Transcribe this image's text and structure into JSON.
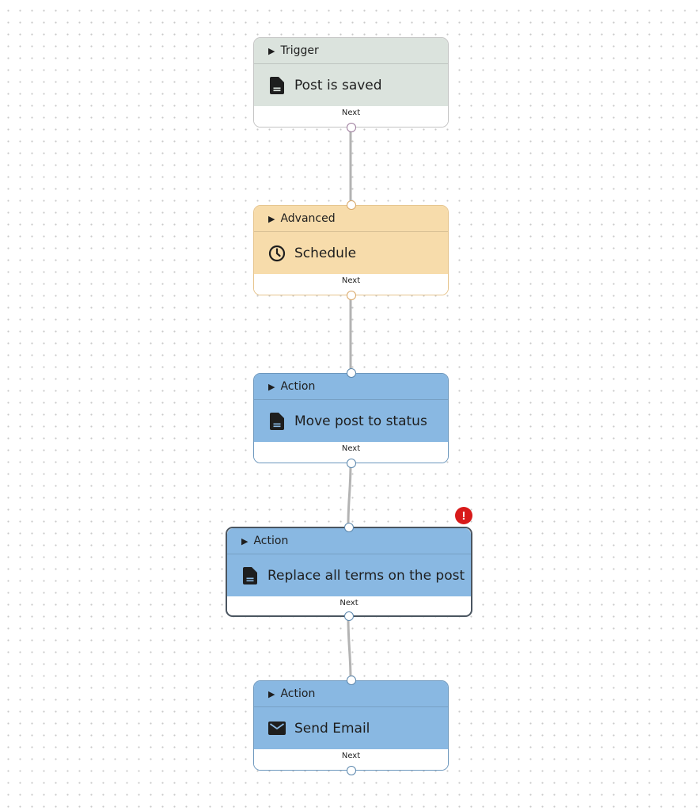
{
  "workflow": {
    "nodes": [
      {
        "kind": "trigger",
        "type_label": "Trigger",
        "title": "Post is saved",
        "icon": "document-icon",
        "footer": "Next",
        "warning": false
      },
      {
        "kind": "advanced",
        "type_label": "Advanced",
        "title": "Schedule",
        "icon": "clock-icon",
        "footer": "Next",
        "warning": false
      },
      {
        "kind": "action",
        "type_label": "Action",
        "title": "Move post to status",
        "icon": "document-icon",
        "footer": "Next",
        "warning": false
      },
      {
        "kind": "action",
        "type_label": "Action",
        "title": "Replace all terms on the post",
        "icon": "document-icon",
        "footer": "Next",
        "warning": true,
        "warning_symbol": "!"
      },
      {
        "kind": "action",
        "type_label": "Action",
        "title": "Send Email",
        "icon": "mail-icon",
        "footer": "Next",
        "warning": false
      }
    ],
    "colors": {
      "trigger": "#dbe3dd",
      "advanced": "#f7dcab",
      "action": "#89b8e2",
      "edge": "#b3b3b3",
      "warning": "#d81a1a"
    }
  }
}
